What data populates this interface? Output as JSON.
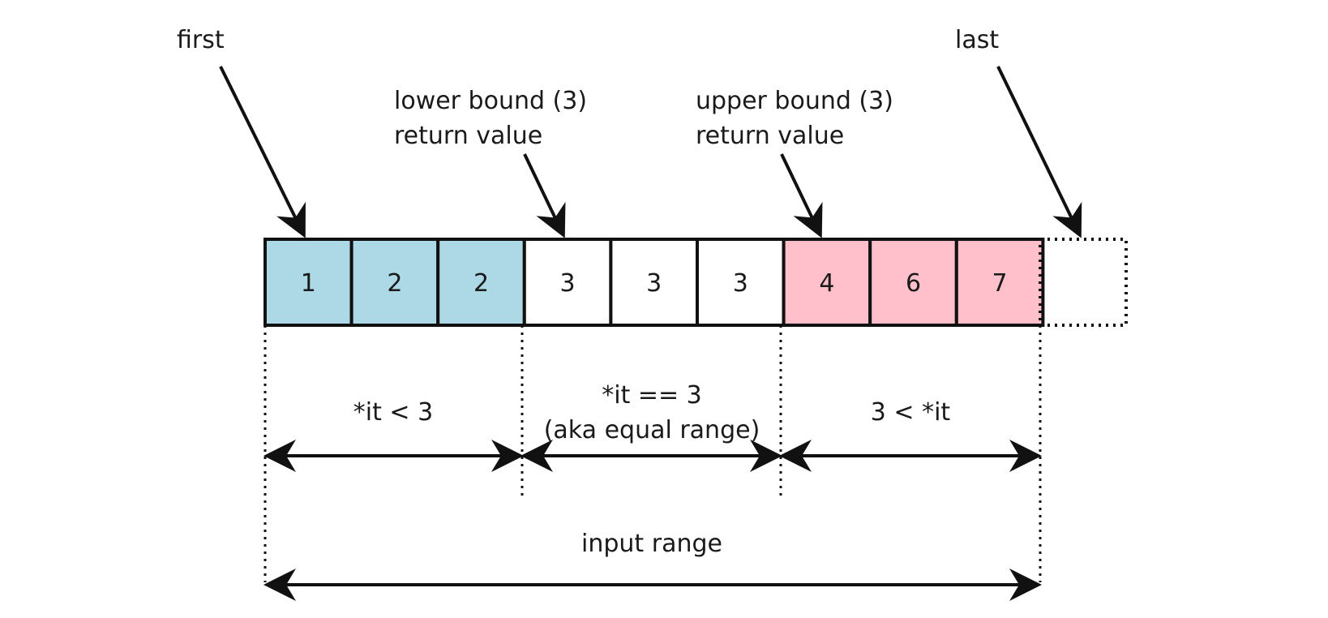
{
  "labels": {
    "first": "first",
    "last": "last",
    "lower_bound_line1": "lower bound (3)",
    "lower_bound_line2": "return value",
    "upper_bound_line1": "upper bound (3)",
    "upper_bound_line2": "return value",
    "less_range": "*it < 3",
    "equal_range_line1": "*it == 3",
    "equal_range_line2": "(aka equal range)",
    "greater_range": "3 < *it",
    "input_range": "input range"
  },
  "cells": [
    {
      "value": "1",
      "group": "less"
    },
    {
      "value": "2",
      "group": "less"
    },
    {
      "value": "2",
      "group": "less"
    },
    {
      "value": "3",
      "group": "equal"
    },
    {
      "value": "3",
      "group": "equal"
    },
    {
      "value": "3",
      "group": "equal"
    },
    {
      "value": "4",
      "group": "greater"
    },
    {
      "value": "6",
      "group": "greater"
    },
    {
      "value": "7",
      "group": "greater"
    }
  ],
  "colors": {
    "less": "#add8e6",
    "equal": "#ffffff",
    "greater": "#ffc0cb",
    "stroke": "#111111"
  }
}
